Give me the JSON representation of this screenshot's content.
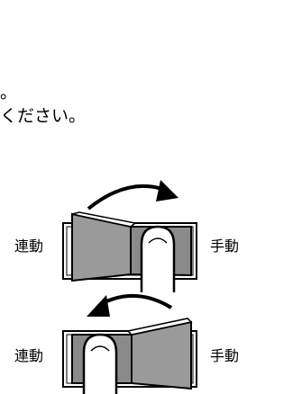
{
  "instructions": {
    "line1": "。",
    "line2": "ください。"
  },
  "diagram": {
    "top": {
      "left_label": "連動",
      "right_label": "手動"
    },
    "bottom": {
      "left_label": "連動",
      "right_label": "手動"
    }
  }
}
